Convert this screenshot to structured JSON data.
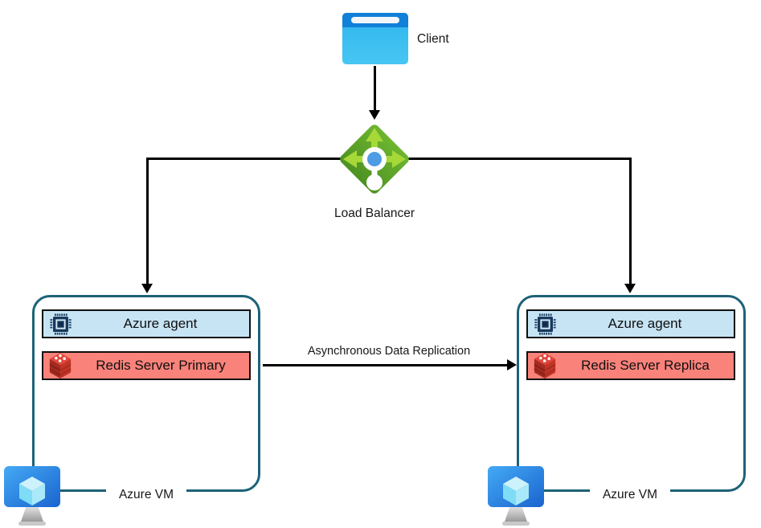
{
  "nodes": {
    "client": {
      "label": "Client"
    },
    "load_balancer": {
      "label": "Load Balancer"
    },
    "vm_left": {
      "agent_label": "Azure agent",
      "redis_label": "Redis Server Primary",
      "vm_label": "Azure VM"
    },
    "vm_right": {
      "agent_label": "Azure agent",
      "redis_label": "Redis Server Replica",
      "vm_label": "Azure VM"
    }
  },
  "edges": {
    "replication": {
      "label": "Asynchronous Data Replication"
    }
  },
  "colors": {
    "vm_box_border": "#1d6278",
    "agent_bar_fill": "#c7e4f4",
    "redis_bar_fill": "#f9827a",
    "bar_border": "#101010",
    "connector": "#000000",
    "client_header": "#1180d8",
    "client_body": "#38bef0",
    "lb_diamond": "#5aa32a",
    "lb_arrows": "#a6d838",
    "lb_center_dot": "#4f9ce5",
    "redis_icon_red": "#c23527",
    "cpu_icon_navy": "#173a5e",
    "monitor_blue": "#2f8ee8"
  }
}
